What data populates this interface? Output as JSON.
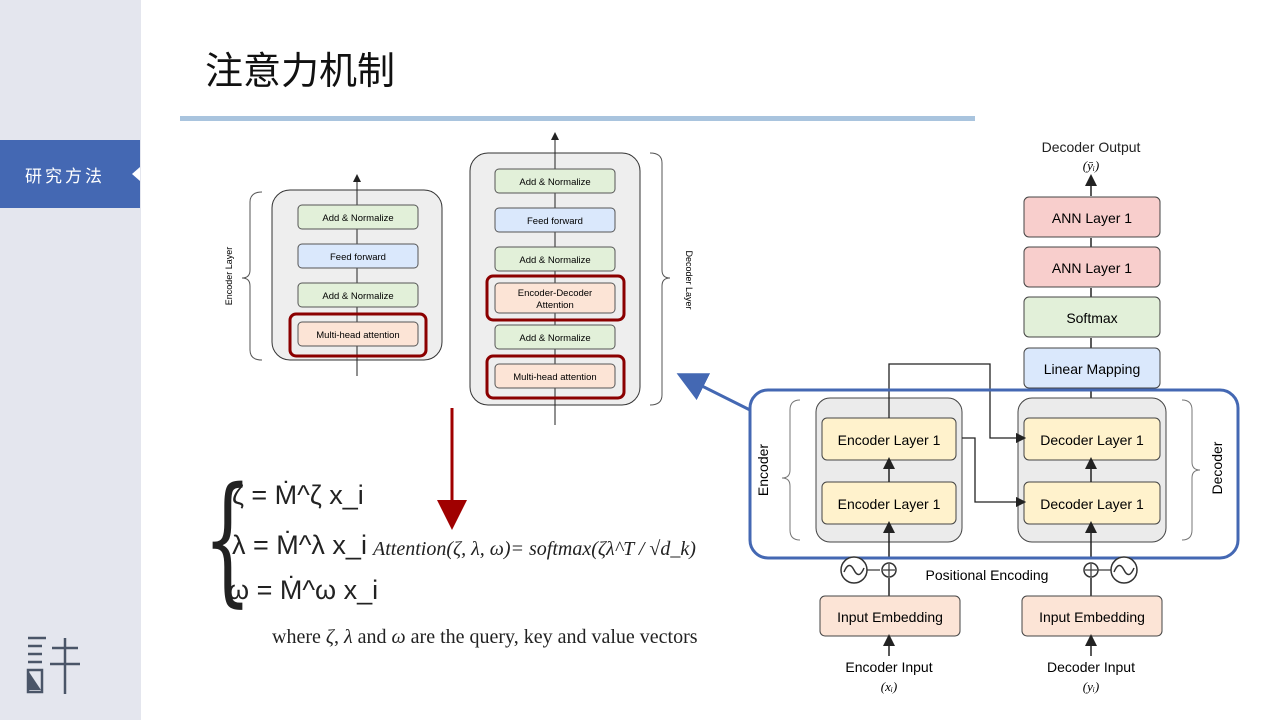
{
  "sidebar": {
    "section_label": "研究方法",
    "logo": "許-logo"
  },
  "slide": {
    "title": "注意力机制"
  },
  "small_encoder": {
    "side_label": "Encoder Layer",
    "blocks": [
      "Add & Normalize",
      "Feed forward",
      "Add & Normalize",
      "Multi-head attention"
    ]
  },
  "small_decoder": {
    "side_label": "Decoder Layer",
    "blocks": [
      "Add & Normalize",
      "Feed forward",
      "Add & Normalize",
      "Encoder-Decoder",
      "Attention",
      "Add & Normalize",
      "Multi-head attention"
    ]
  },
  "math": {
    "zeta": "ζ = Ṁ^ζ x_i",
    "lambda": "λ = Ṁ^λ x_i",
    "omega": "ω = Ṁ^ω x_i",
    "attention": "Attention(ζ, λ, ω)= softmax(ζλ^T / √d_k)",
    "caption_prefix": "where ",
    "caption_zeta": "ζ",
    "caption_sep": ", ",
    "caption_lambda": "λ",
    "caption_and": " and ",
    "caption_omega": "ω",
    "caption_suffix": " are the query, key and value vectors"
  },
  "architecture": {
    "output_label": "Decoder Output",
    "output_var": "(ȳᵢ)",
    "top_blocks": [
      "ANN Layer 1",
      "ANN Layer 1",
      "Softmax",
      "Linear Mapping"
    ],
    "encoder_label": "Encoder",
    "decoder_label": "Decoder",
    "encoder_layers": [
      "Encoder Layer 1",
      "Encoder Layer 1"
    ],
    "decoder_layers": [
      "Decoder Layer 1",
      "Decoder Layer 1"
    ],
    "positional": "Positional Encoding",
    "embed_left": "Input Embedding",
    "embed_right": "Input Embedding",
    "input_left": "Encoder Input",
    "input_left_var": "(xᵢ)",
    "input_right": "Decoder Input",
    "input_right_var": "(yᵢ)"
  },
  "colors": {
    "sidebar_bg": "#e4e6ee",
    "accent_blue": "#4468b3",
    "rule": "#a9c4de",
    "highlight_red": "#8b0000",
    "add_norm_green": "#e2f0d9",
    "feed_blue": "#dae8fc",
    "attention_peach": "#fce4d6",
    "layer_yellow": "#fff2cc",
    "ann_pink": "#f8cecc"
  }
}
